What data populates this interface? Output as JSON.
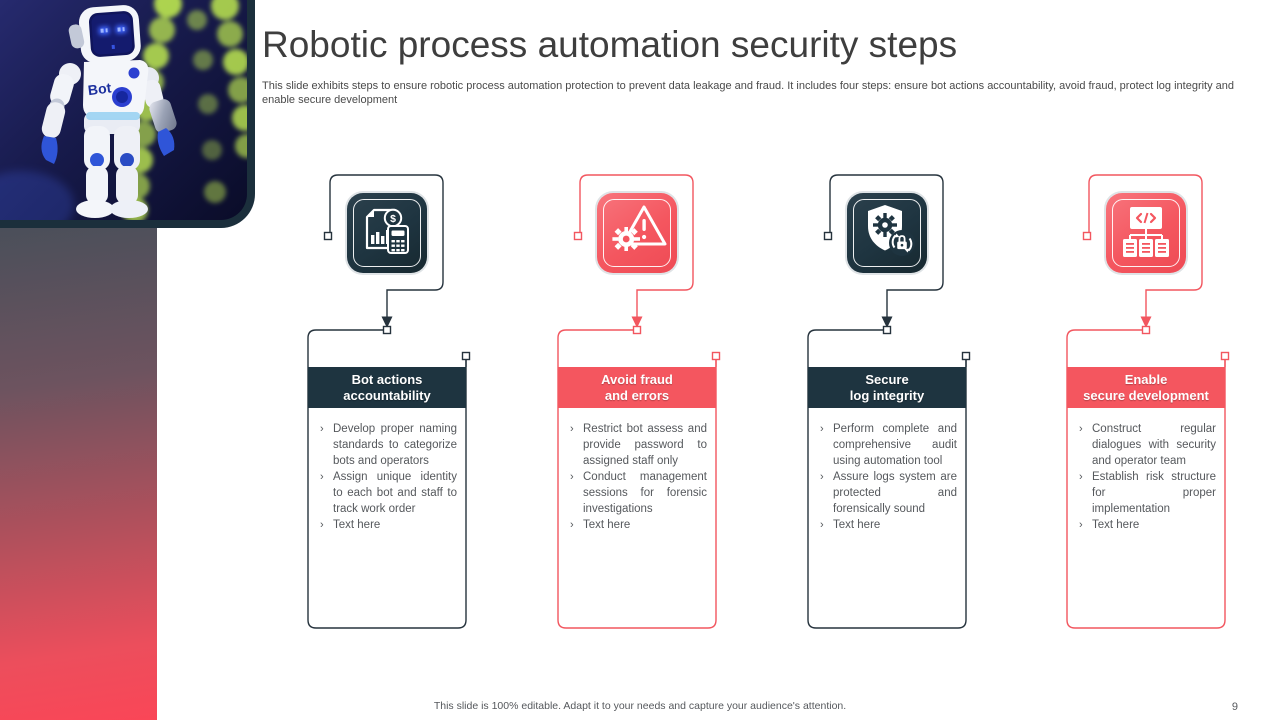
{
  "slide": {
    "title": "Robotic process automation security steps",
    "subtitle": "This slide exhibits steps to ensure robotic process automation protection to prevent data leakage and fraud. It includes four steps: ensure bot actions accountability, avoid fraud, protect log integrity and enable secure development",
    "footer_note": "This slide is 100% editable. Adapt it to your needs and capture your audience's attention.",
    "page_number": "9"
  },
  "robot_image": {
    "chest_label": "Bot",
    "description": "white toy robot with blue visor on dark blue background with green bokeh lights"
  },
  "colors": {
    "dark": "#1e3440",
    "coral": "#f4565f",
    "sidebar_gradient_top": "#4a4f5a",
    "sidebar_gradient_bottom": "#fa4657",
    "body_text": "#55585c"
  },
  "glyphs": {
    "dollar": "$",
    "bullet_marker": "›"
  },
  "steps": [
    {
      "heading_line1": "Bot actions",
      "heading_line2": "accountability",
      "theme": "dark",
      "icon": "finance-report-calculator-icon",
      "bullets": [
        "Develop proper naming standards to categorize bots and operators",
        "Assign unique identity to each bot and staff to track work order",
        "Text here"
      ]
    },
    {
      "heading_line1": "Avoid fraud",
      "heading_line2": "and errors",
      "theme": "coral",
      "icon": "warning-gear-icon",
      "bullets": [
        "Restrict bot assess and provide password to assigned staff only",
        "Conduct management sessions for forensic investigations",
        "Text here"
      ]
    },
    {
      "heading_line1": "Secure",
      "heading_line2": "log integrity",
      "theme": "dark",
      "icon": "shield-gear-lock-icon",
      "bullets": [
        "Perform complete and comprehensive audit using automation tool",
        "Assure logs system are protected and forensically sound",
        "Text here"
      ]
    },
    {
      "heading_line1": "Enable",
      "heading_line2": "secure development",
      "theme": "coral",
      "icon": "secure-code-structure-icon",
      "bullets": [
        "Construct regular dialogues with security and operator team",
        "Establish risk structure for proper implementation",
        "Text here"
      ]
    }
  ]
}
